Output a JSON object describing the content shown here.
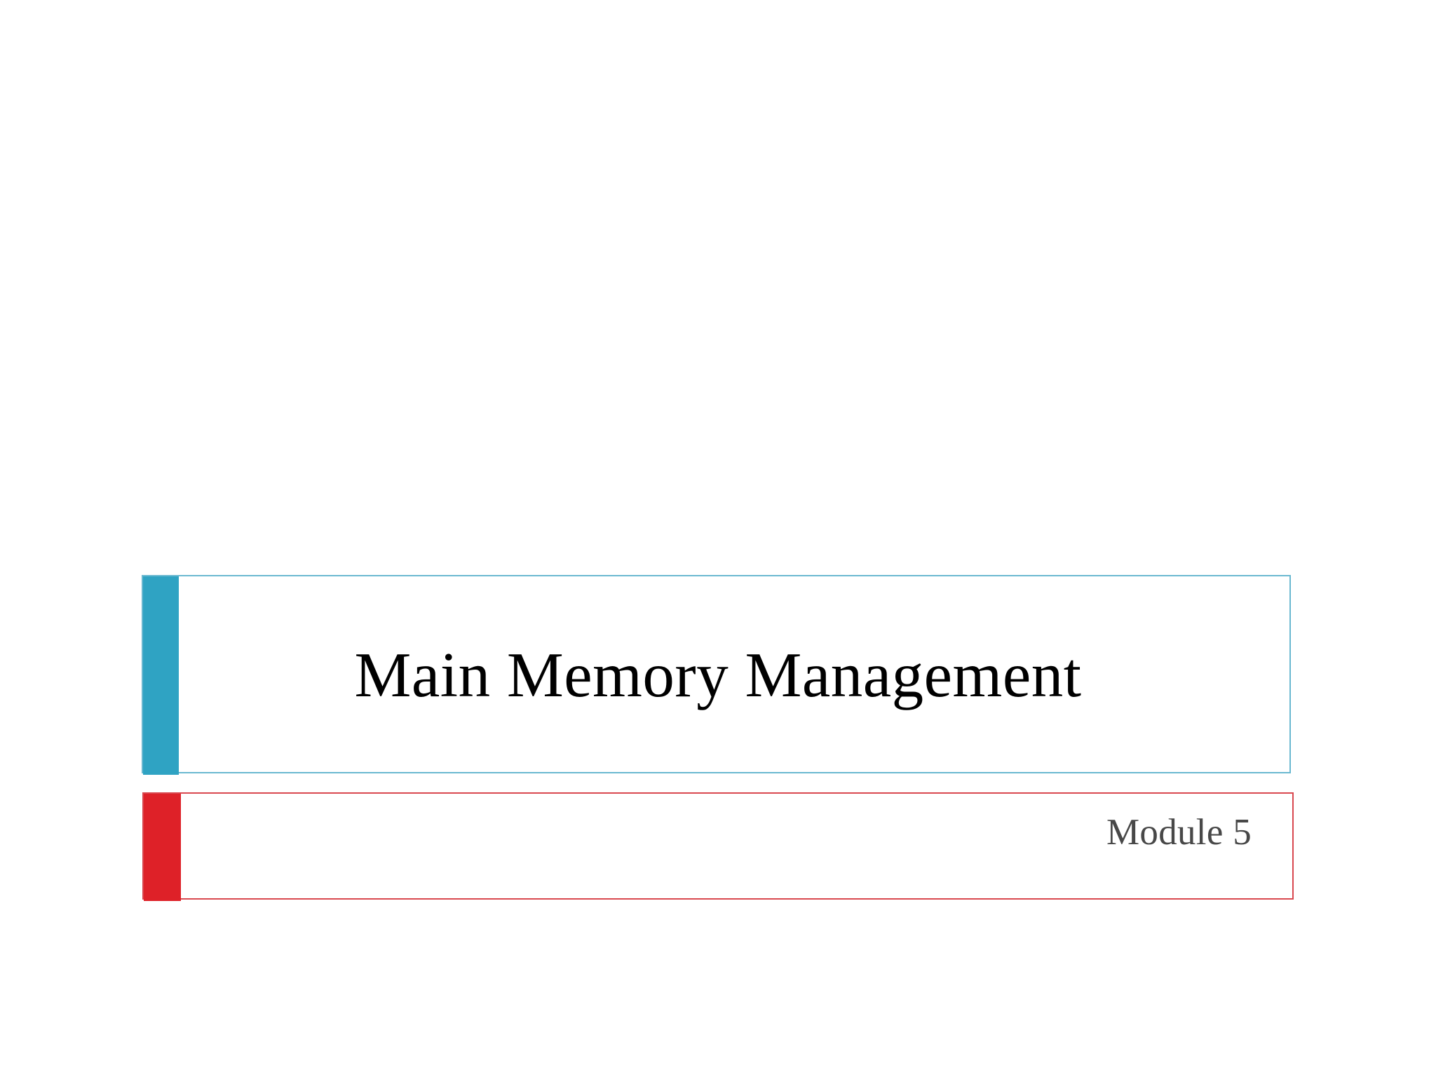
{
  "slide": {
    "background_color": "#FFFFFF",
    "type": "title-slide",
    "title": {
      "text": "Main Memory Management",
      "text_color": "#000000",
      "accent_bar_color": "#2FA3C3",
      "border_color": "#6AB8D0"
    },
    "subtitle": {
      "text": "Module 5",
      "text_color": "#484848",
      "accent_bar_color": "#DE2128",
      "border_color": "#D9484F"
    }
  }
}
